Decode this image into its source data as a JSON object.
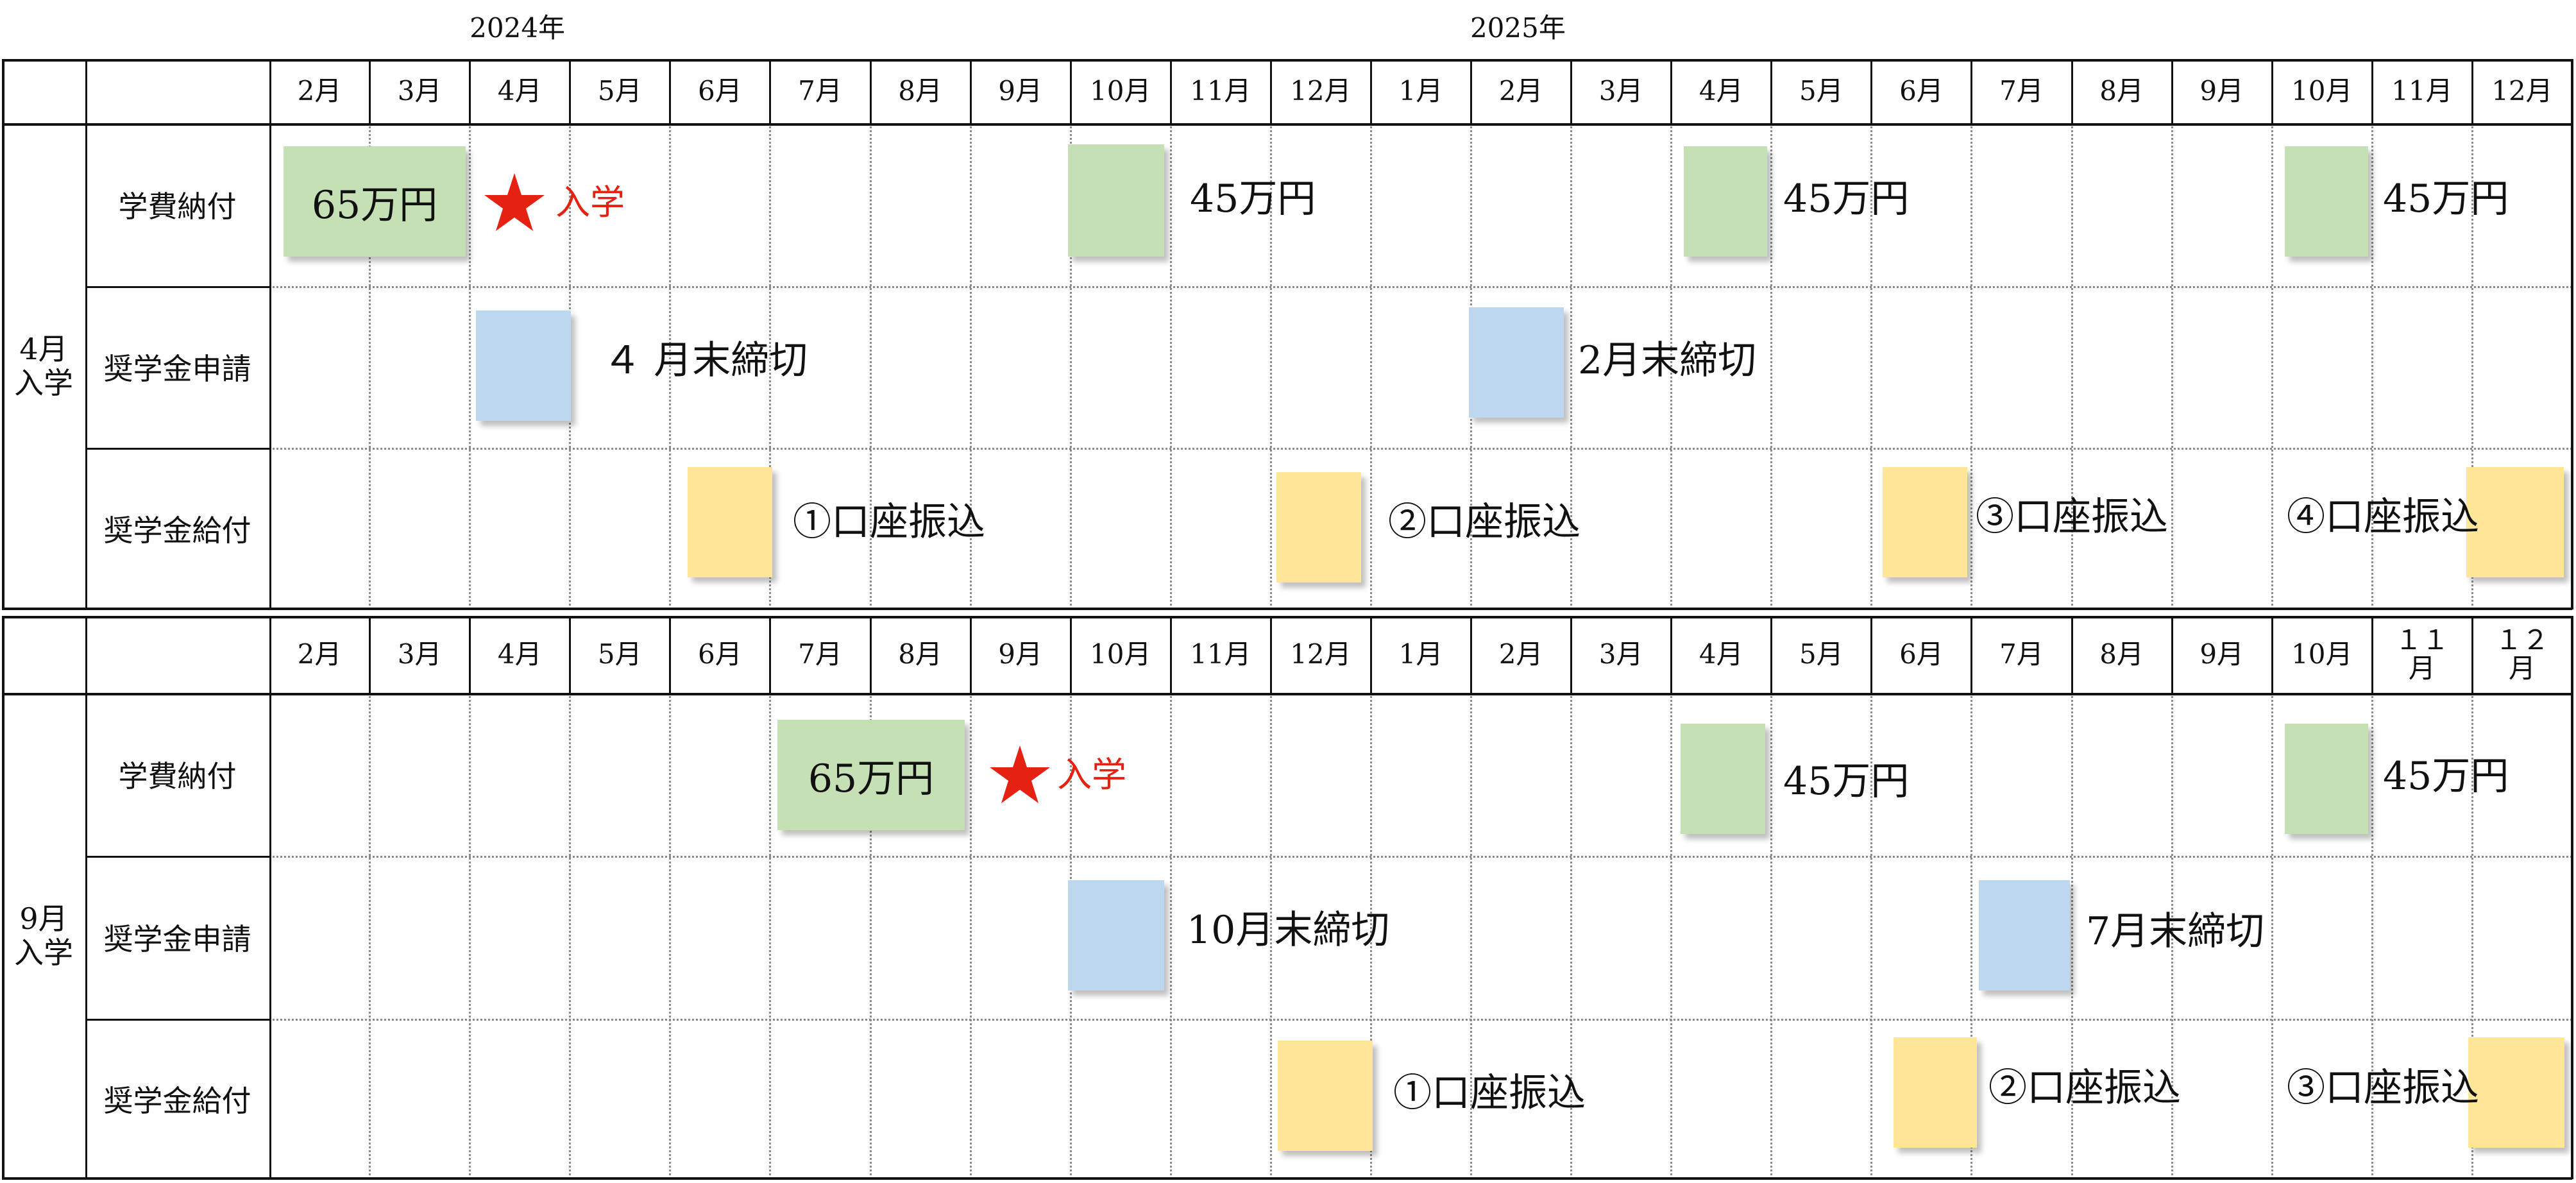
{
  "colors": {
    "fee": "#c5e0b4",
    "application": "#bdd7ee",
    "payment": "#ffe699",
    "entry": "#e52211"
  },
  "years": [
    "2024年",
    "2025年"
  ],
  "months_top": [
    "2月",
    "3月",
    "4月",
    "5月",
    "6月",
    "7月",
    "8月",
    "9月",
    "10月",
    "11月",
    "12月",
    "1月",
    "2月",
    "3月",
    "4月",
    "5月",
    "6月",
    "7月",
    "8月",
    "9月",
    "10月",
    "11月",
    "12月"
  ],
  "months_bottom": [
    "2月",
    "3月",
    "4月",
    "5月",
    "6月",
    "7月",
    "8月",
    "9月",
    "10月",
    "11月",
    "12月",
    "1月",
    "2月",
    "3月",
    "4月",
    "5月",
    "6月",
    "7月",
    "8月",
    "9月",
    "10月",
    "１１\n月",
    "１２\n月"
  ],
  "groups": [
    {
      "label": "4月\n入学",
      "rows": [
        "学費納付",
        "奨学金申請",
        "奨学金給付"
      ],
      "events": [
        {
          "row": 0,
          "type": "fee",
          "text": "65万円"
        },
        {
          "row": 0,
          "type": "entry",
          "icon": "star-icon",
          "text": "入学"
        },
        {
          "row": 0,
          "type": "fee",
          "text": "45万円"
        },
        {
          "row": 0,
          "type": "fee",
          "text": "45万円"
        },
        {
          "row": 0,
          "type": "fee",
          "text": "45万円"
        },
        {
          "row": 1,
          "type": "application",
          "text": "４ 月末締切"
        },
        {
          "row": 1,
          "type": "application",
          "text": "2月末締切"
        },
        {
          "row": 2,
          "type": "payment",
          "text": "①口座振込"
        },
        {
          "row": 2,
          "type": "payment",
          "text": "②口座振込"
        },
        {
          "row": 2,
          "type": "payment",
          "text": "③口座振込"
        },
        {
          "row": 2,
          "type": "payment",
          "text": "④口座振込"
        }
      ]
    },
    {
      "label": "9月\n入学",
      "rows": [
        "学費納付",
        "奨学金申請",
        "奨学金給付"
      ],
      "events": [
        {
          "row": 0,
          "type": "fee",
          "text": "65万円"
        },
        {
          "row": 0,
          "type": "entry",
          "icon": "star-icon",
          "text": "入学"
        },
        {
          "row": 0,
          "type": "fee",
          "text": "45万円"
        },
        {
          "row": 0,
          "type": "fee",
          "text": "45万円"
        },
        {
          "row": 1,
          "type": "application",
          "text": "10月末締切"
        },
        {
          "row": 1,
          "type": "application",
          "text": "7月末締切"
        },
        {
          "row": 2,
          "type": "payment",
          "text": "①口座振込"
        },
        {
          "row": 2,
          "type": "payment",
          "text": "②口座振込"
        },
        {
          "row": 2,
          "type": "payment",
          "text": "③口座振込"
        }
      ]
    }
  ]
}
